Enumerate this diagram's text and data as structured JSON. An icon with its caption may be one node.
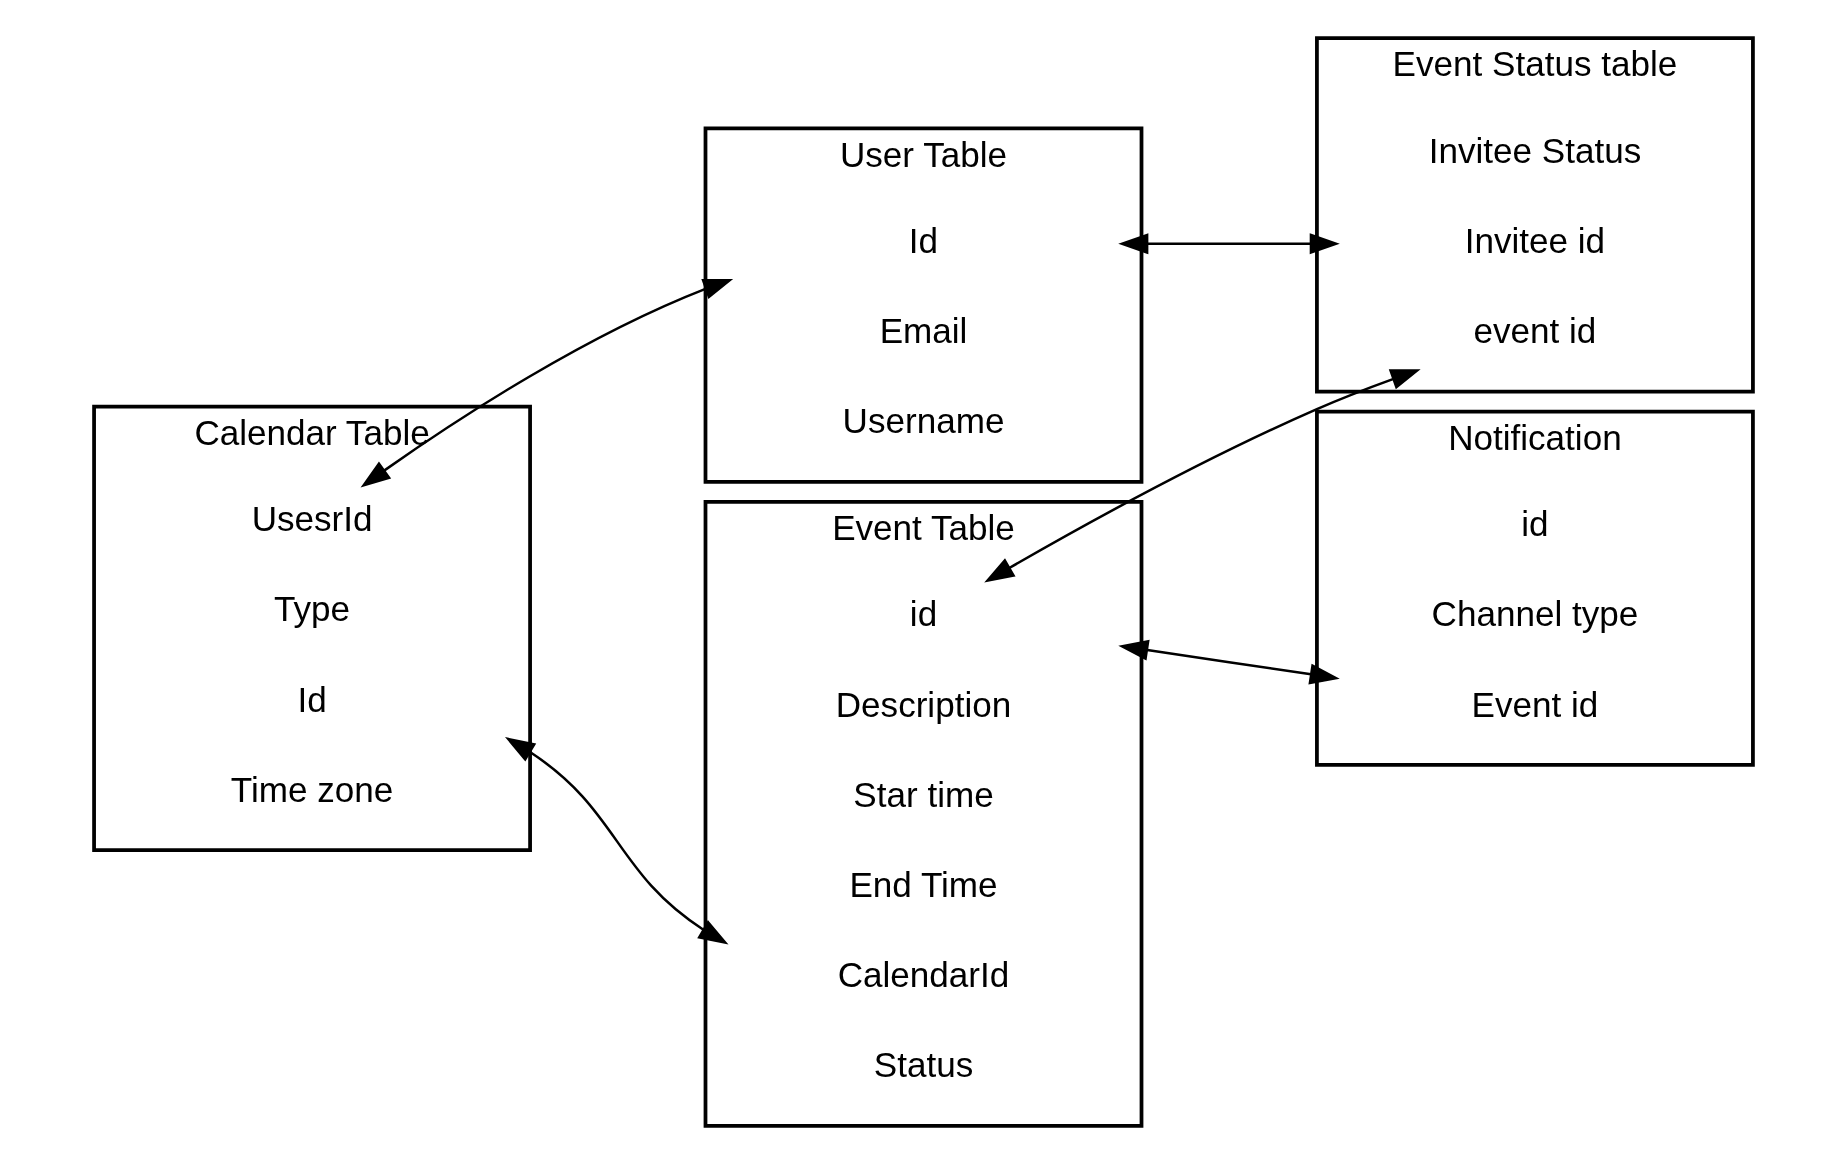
{
  "diagram": {
    "nodes": [
      {
        "text": [
          "User Table"
        ]
      },
      {
        "text": [
          "Id"
        ],
        "in": 0
      },
      {
        "text": [
          "Email"
        ],
        "in": 0
      },
      {
        "text": [
          "Username"
        ],
        "in": 0
      },
      {
        "text": [
          "Calendar Table"
        ]
      },
      {
        "text": [
          "Id"
        ],
        "in": 4
      },
      {
        "text": [
          "Type"
        ],
        "in": 4
      },
      {
        "text": [
          "UsesrId"
        ],
        "in": 4
      },
      {
        "text": [
          "Time zone"
        ],
        "in": 4
      },
      {
        "text": [
          "Event Status table"
        ]
      },
      {
        "text": [
          "Invitee Status"
        ],
        "in": 9
      },
      {
        "text": [
          "Invitee id"
        ],
        "in": 9
      },
      {
        "text": [
          "event id"
        ],
        "in": 9
      },
      {
        "text": [
          "Event Table"
        ]
      },
      {
        "text": [
          "id"
        ],
        "in": 13
      },
      {
        "text": [
          "Description"
        ],
        "in": 13
      },
      {
        "text": [
          "Star time"
        ],
        "in": 13
      },
      {
        "text": [
          "End Time"
        ],
        "in": 13
      },
      {
        "text": [
          "CalendarId"
        ],
        "in": 13
      },
      {
        "text": [
          "Status"
        ],
        "in": 13
      },
      {
        "text": [
          "Notification"
        ]
      },
      {
        "text": [
          "id"
        ],
        "in": 20
      },
      {
        "text": [
          "Channel type"
        ],
        "in": 20
      },
      {
        "text": [
          "Event id"
        ],
        "in": 20
      }
    ],
    "edges": [
      {
        "from": 7,
        "to": 1,
        "arrow": "both"
      },
      {
        "from": 1,
        "to": 11,
        "arrow": "both"
      },
      {
        "from": 14,
        "to": 12,
        "arrow": "both"
      },
      {
        "from": 5,
        "to": 18,
        "arrow": "both"
      },
      {
        "from": 14,
        "to": 23,
        "arrow": "both"
      }
    ]
  }
}
